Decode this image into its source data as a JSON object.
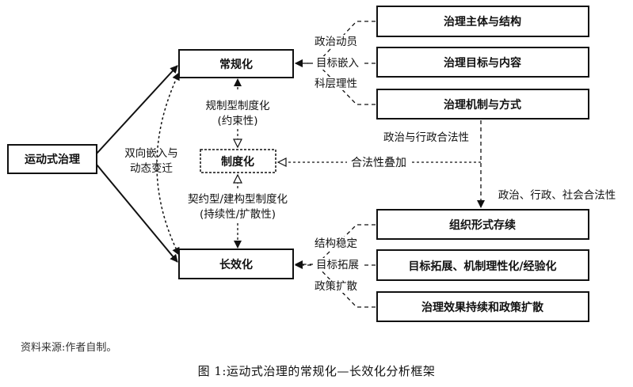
{
  "nodes": {
    "origin": "运动式治理",
    "normalization": "常规化",
    "institutionalization": "制度化",
    "long_term": "长效化",
    "right_top": [
      "治理主体与结构",
      "治理目标与内容",
      "治理机制与方式"
    ],
    "right_bottom": [
      "组织形式存续",
      "目标拓展、机制理性化/经验化",
      "治理效果持续和政策扩散"
    ]
  },
  "labels": {
    "two_way": [
      "双向嵌入与",
      "动态变迁"
    ],
    "regulative": [
      "规制型制度化",
      "(约束性)"
    ],
    "contractual": [
      "契约型/建构型制度化",
      "(持续性/扩散性)"
    ],
    "legitimacy_overlay": "合法性叠加",
    "political_admin": "政治与行政合法性",
    "political_admin_social": "政治、行政、社会合法性",
    "top_links": [
      "政治动员",
      "目标嵌入",
      "科层理性"
    ],
    "bottom_links": [
      "结构稳定",
      "目标拓展",
      "政策扩散"
    ]
  },
  "footer": {
    "source": "资料来源:作者自制。",
    "caption": "图 1:运动式治理的常规化—长效化分析框架"
  }
}
